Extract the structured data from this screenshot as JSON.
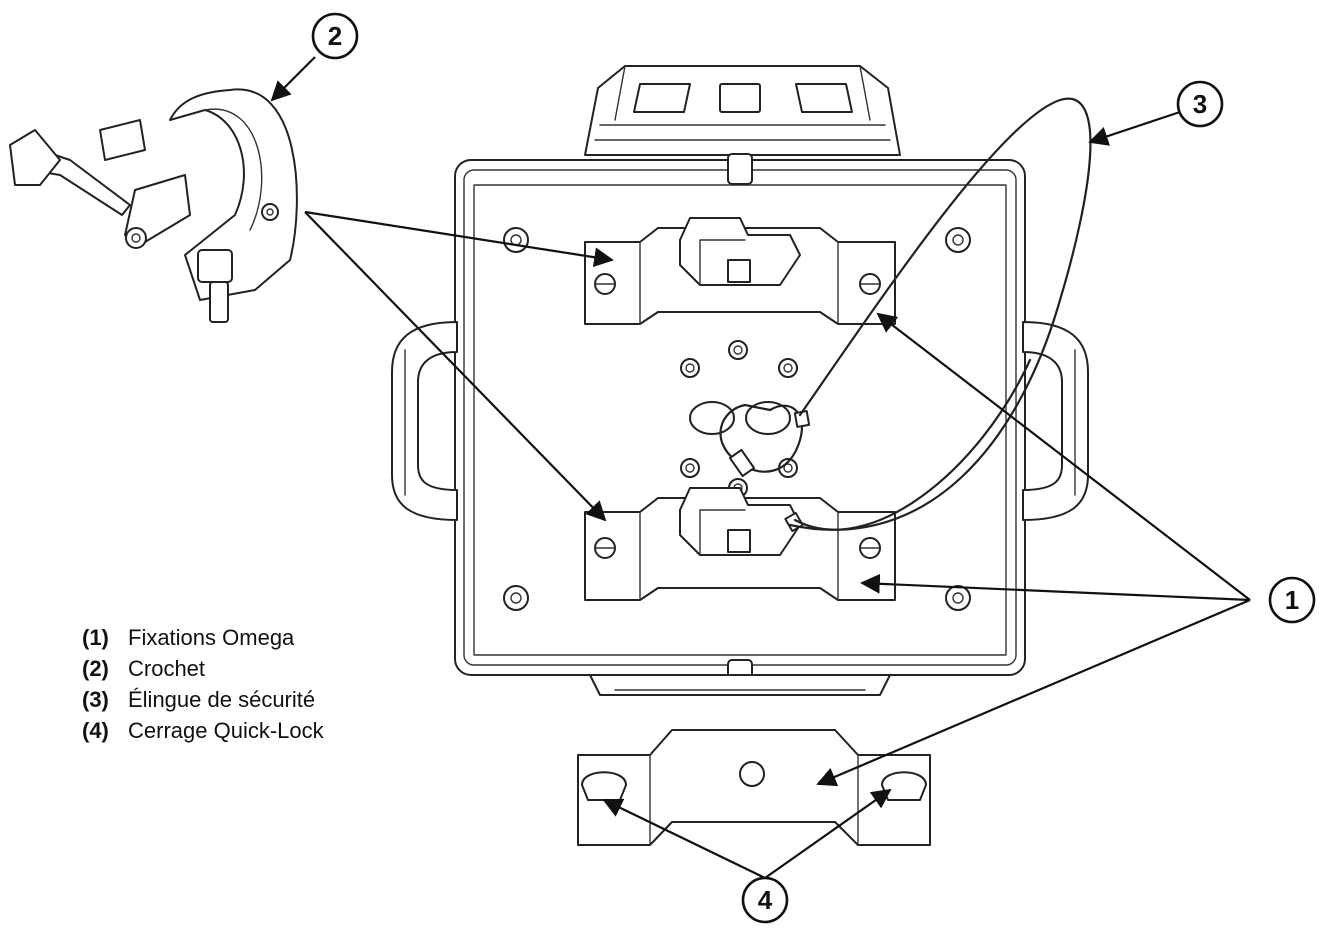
{
  "callouts": [
    {
      "id": "1",
      "label": "1"
    },
    {
      "id": "2",
      "label": "2"
    },
    {
      "id": "3",
      "label": "3"
    },
    {
      "id": "4",
      "label": "4"
    }
  ],
  "legend": [
    {
      "num": "(1)",
      "text": "Fixations Omega"
    },
    {
      "num": "(2)",
      "text": "Crochet"
    },
    {
      "num": "(3)",
      "text": "Élingue de sécurité"
    },
    {
      "num": "(4)",
      "text": "Cerrage Quick-Lock"
    }
  ]
}
